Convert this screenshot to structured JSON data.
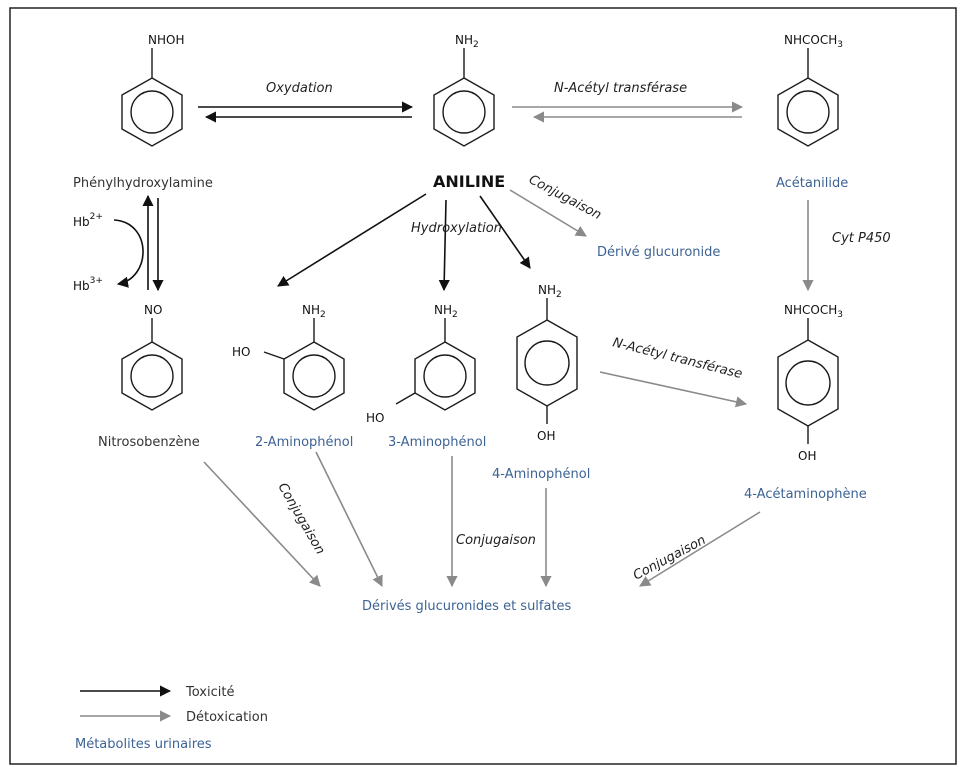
{
  "diagram": {
    "compounds": {
      "aniline": {
        "name": "ANILINE",
        "group": "NH2"
      },
      "phenylhydroxylamine": {
        "name": "Phénylhydroxylamine",
        "group": "NHOH"
      },
      "nitrosobenzene": {
        "name": "Nitrosobenzène",
        "group": "NO"
      },
      "acetanilide": {
        "name": "Acétanilide",
        "group": "NHCOCH3"
      },
      "aminophenol_2": {
        "name": "2-Aminophénol",
        "group_top": "NH2",
        "group_side": "HO"
      },
      "aminophenol_3": {
        "name": "3-Aminophénol",
        "group_top": "NH2",
        "group_side": "HO"
      },
      "aminophenol_4": {
        "name": "4-Aminophénol",
        "group_top": "NH2",
        "group_bottom": "OH"
      },
      "acetaminophen_4": {
        "name": "4-Acétaminophène",
        "group_top": "NHCOCH3",
        "group_bottom": "OH"
      }
    },
    "products": {
      "glucuronide": "Dérivé glucuronide",
      "glucuronides_sulfates": "Dérivés glucuronides et sulfates"
    },
    "reactions": {
      "oxydation": "Oxydation",
      "n_acetyl_top": "N-Acétyl transférase",
      "n_acetyl_mid": "N-Acétyl transférase",
      "conjugaison_top": "Conjugaison",
      "hydroxylation": "Hydroxylation",
      "cyt_p450": "Cyt P450",
      "conjugaison_left": "Conjugaison",
      "conjugaison_center": "Conjugaison",
      "conjugaison_right": "Conjugaison"
    },
    "hemoglobin": {
      "base": "Hb",
      "top_charge": "2+",
      "bottom_charge": "3+"
    },
    "legend": {
      "toxicity": "Toxicité",
      "detox": "Détoxication",
      "urinary": "Métabolites urinaires"
    },
    "colors": {
      "toxicity_arrow": "#111111",
      "detox_arrow": "#8a8a8a",
      "metabolite_label": "#3d6394"
    }
  }
}
